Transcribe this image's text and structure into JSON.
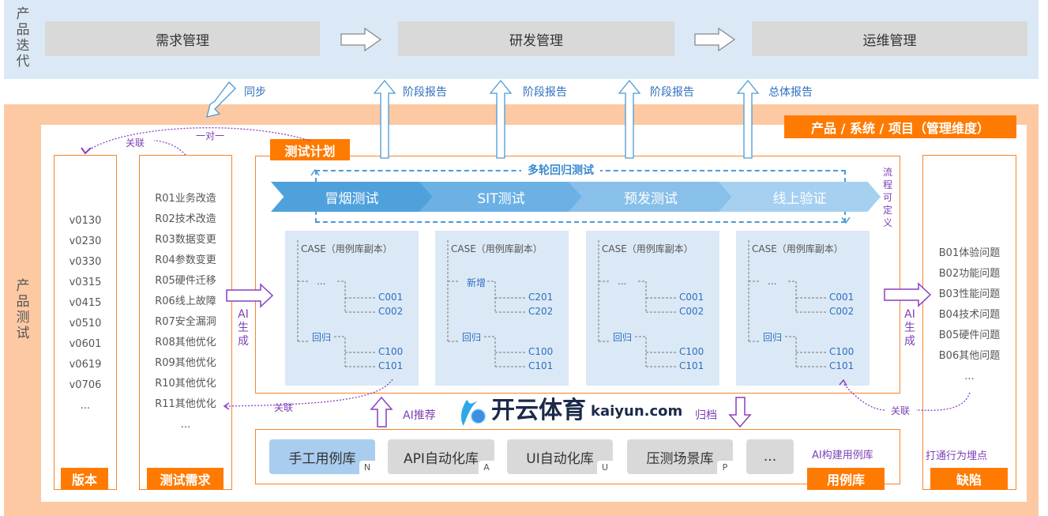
{
  "iteration": {
    "label": "产品迭代",
    "stages": [
      "需求管理",
      "研发管理",
      "运维管理"
    ]
  },
  "testing": {
    "label": "产品测试",
    "dimension": "产品 / 系统 / 项目（管理维度）"
  },
  "reports": {
    "sync": "同步",
    "r1": "阶段报告",
    "r2": "阶段报告",
    "r3": "阶段报告",
    "r4": "总体报告"
  },
  "links": {
    "assoc1": "关联",
    "one_to_one": "一对一",
    "assoc2": "关联",
    "assoc3": "关联",
    "ai_gen1": "AI生成",
    "ai_gen2": "AI生成",
    "ai_recommend": "AI推荐",
    "archive": "归档"
  },
  "versions": {
    "title": "版本",
    "items": [
      "v0130",
      "v0230",
      "v0330",
      "v0315",
      "v0415",
      "v0510",
      "v0601",
      "v0619",
      "v0706",
      "..."
    ]
  },
  "requirements": {
    "title": "测试需求",
    "items": [
      "R01业务改造",
      "R02技术改造",
      "R03数据变更",
      "R04参数变更",
      "R05硬件迁移",
      "R06线上故障",
      "R07安全漏洞",
      "R08其他优化",
      "R09其他优化",
      "R10其他优化",
      "R11其他优化",
      "..."
    ]
  },
  "plan": {
    "title": "测试计划",
    "loop": "多轮回归测试",
    "flow_note": "流程可定义",
    "phases": [
      "冒烟测试",
      "SIT测试",
      "预发测试",
      "线上验证"
    ],
    "panels": [
      {
        "root": "CASE（用例库副本）",
        "g1": "...",
        "g1a": "C001",
        "g1b": "C002",
        "g2": "回归",
        "g2a": "C100",
        "g2b": "C101"
      },
      {
        "root": "CASE（用例库副本）",
        "g1": "新增",
        "g1a": "C201",
        "g1b": "C202",
        "g2": "回归",
        "g2a": "C100",
        "g2b": "C101"
      },
      {
        "root": "CASE（用例库副本）",
        "g1": "...",
        "g1a": "C001",
        "g1b": "C002",
        "g2": "回归",
        "g2a": "C100",
        "g2b": "C101"
      },
      {
        "root": "CASE（用例库副本）",
        "g1": "...",
        "g1a": "C001",
        "g1b": "C002",
        "g2": "回归",
        "g2a": "C100",
        "g2b": "C101"
      }
    ]
  },
  "library": {
    "title": "用例库",
    "ai_note": "AI构建用例库",
    "items": [
      {
        "label": "手工用例库",
        "key": "N"
      },
      {
        "label": "API自动化库",
        "key": "A"
      },
      {
        "label": "UI自动化库",
        "key": "U"
      },
      {
        "label": "压测场景库",
        "key": "P"
      },
      {
        "label": "...",
        "key": ""
      }
    ]
  },
  "defects": {
    "title": "缺陷",
    "note": "打通行为埋点",
    "items": [
      "B01体验问题",
      "B02功能问题",
      "B03性能问题",
      "B04技术问题",
      "B05硬件问题",
      "B06其他问题",
      "..."
    ]
  },
  "watermark": {
    "brand": "开云体育",
    "url": "kaiyun.com"
  },
  "colors": {
    "orange": "#ff7a00",
    "peach": "#fdc9a3",
    "lightblue": "#dbe9f6",
    "purple": "#7b3fb5",
    "blue": "#4a9ad8"
  }
}
